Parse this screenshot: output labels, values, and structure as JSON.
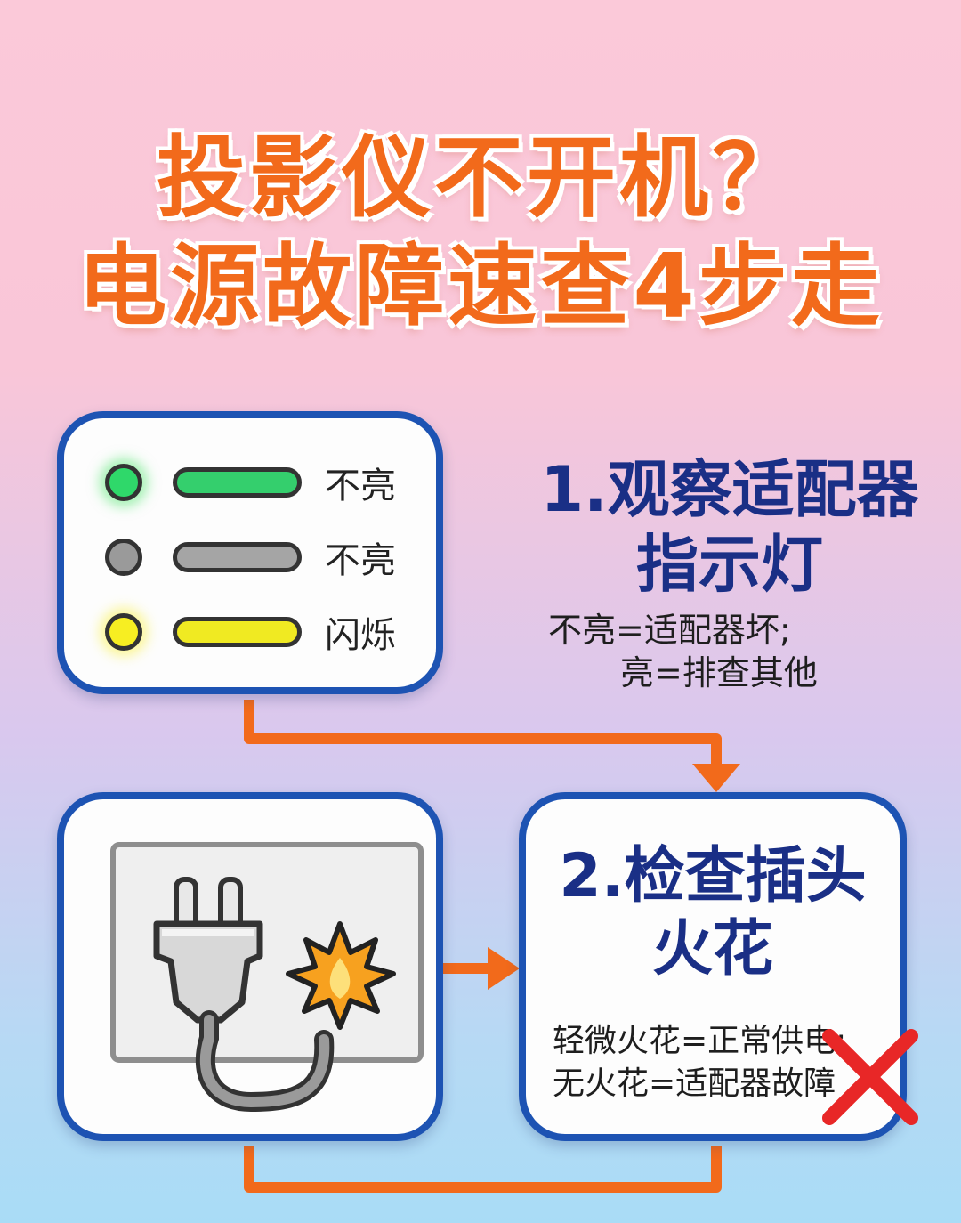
{
  "title": {
    "line1": "投影仪不开机？",
    "line2": "电源故障速查4步走"
  },
  "indicator_card": {
    "rows": [
      {
        "color": "green",
        "label": "不亮"
      },
      {
        "color": "gray",
        "label": "不亮"
      },
      {
        "color": "yellow",
        "label": "闪烁"
      }
    ]
  },
  "step1": {
    "title_line1": "1.观察适配器",
    "title_line2": "指示灯",
    "desc_line1": "不亮=适配器坏;",
    "desc_line2": "亮=排查其他"
  },
  "step2": {
    "title_line1": "2.检查插头",
    "title_line2": "火花",
    "desc_line1": "轻微火花=正常供电;",
    "desc_line2": "无火花=适配器故障"
  },
  "colors": {
    "title": "#f26a1b",
    "card_border": "#1d53b3",
    "step_title": "#1a2f86",
    "arrow": "#f26a1b",
    "cross": "#e82727"
  },
  "icons": [
    "plug-icon",
    "spark-icon",
    "cross-icon",
    "arrow-icon"
  ]
}
